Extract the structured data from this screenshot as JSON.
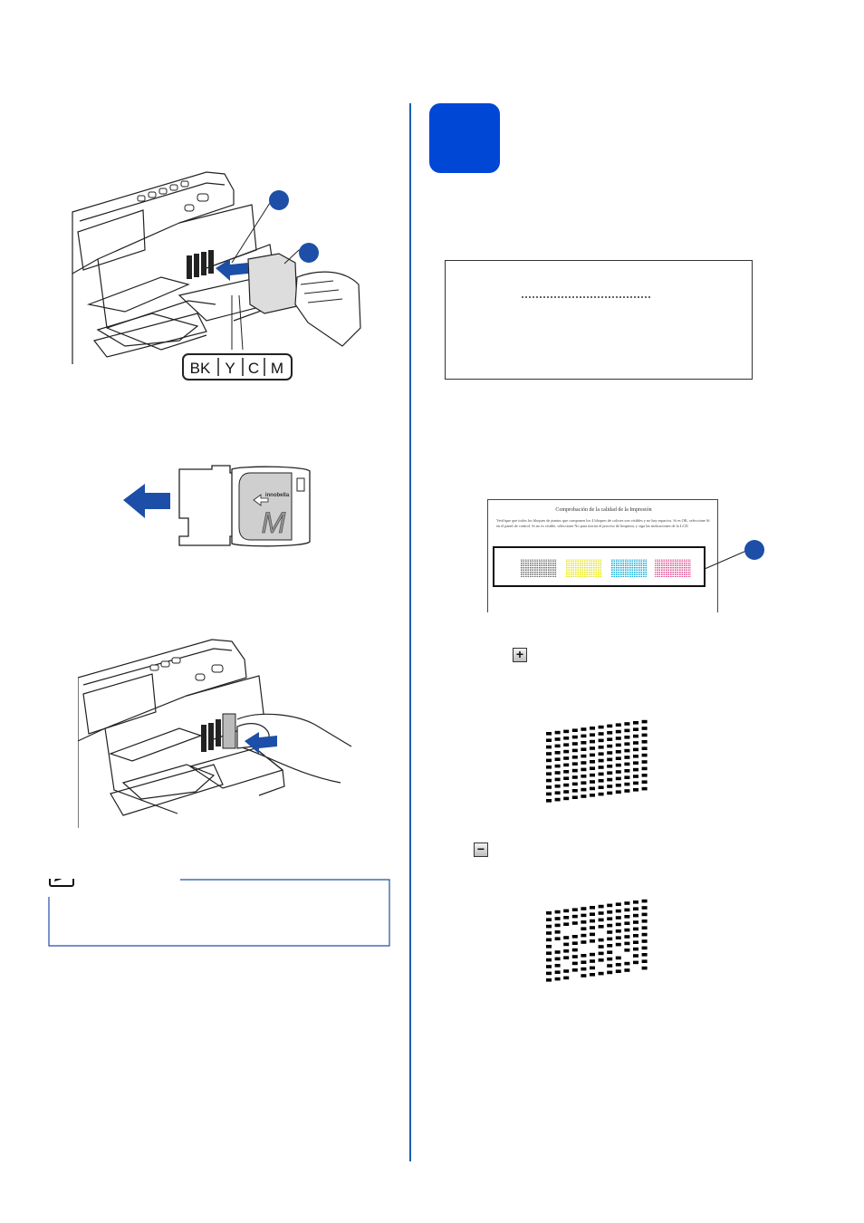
{
  "cartridge_colors": {
    "labels": [
      "BK",
      "Y",
      "C",
      "M"
    ]
  },
  "cartridge": {
    "brand_text": "innobella",
    "color_letter": "M"
  },
  "print_sheet": {
    "title": "Comprobación de la calidad de la Impresión",
    "text": "Verifique que todos los bloques de puntos que componen los 4 bloques de colores son visibles y no hay espacios. Si es OK, seleccione Sí en el panel de control. Si no es visible, seleccione No para iniciar el proceso de limpieza, y siga las indicaciones de la LCD."
  },
  "keys": {
    "plus": "+",
    "minus": "−"
  },
  "colors": {
    "accent": "#1d4fa8",
    "badge": "#0047d6",
    "divider": "#1a5fb4"
  }
}
